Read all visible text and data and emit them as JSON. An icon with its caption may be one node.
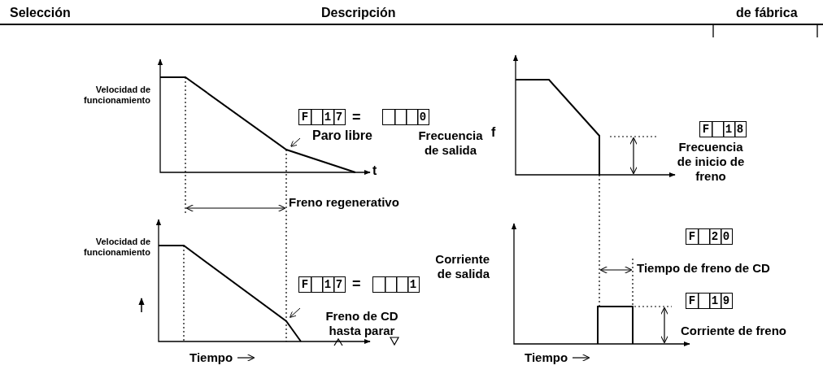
{
  "diagram": {
    "labels": [
      "Selección",
      "Descripción",
      "de fábrica",
      "Velocidad de funcionamiento",
      "F 17",
      "=",
      "0",
      "Paro libre",
      "Frecuencia de salida",
      "f",
      "F 18",
      "t",
      "Frecuencia de inicio de freno",
      "Freno regenerativo",
      "Velocidad de funcionamiento",
      "Corriente de salida",
      "F 20",
      "Tiempo de freno de CD",
      "F 17",
      "=",
      "1",
      "Freno de CD hasta parar",
      "F 19",
      "Corriente de freno",
      "Tiempo",
      "Tiempo"
    ]
  }
}
